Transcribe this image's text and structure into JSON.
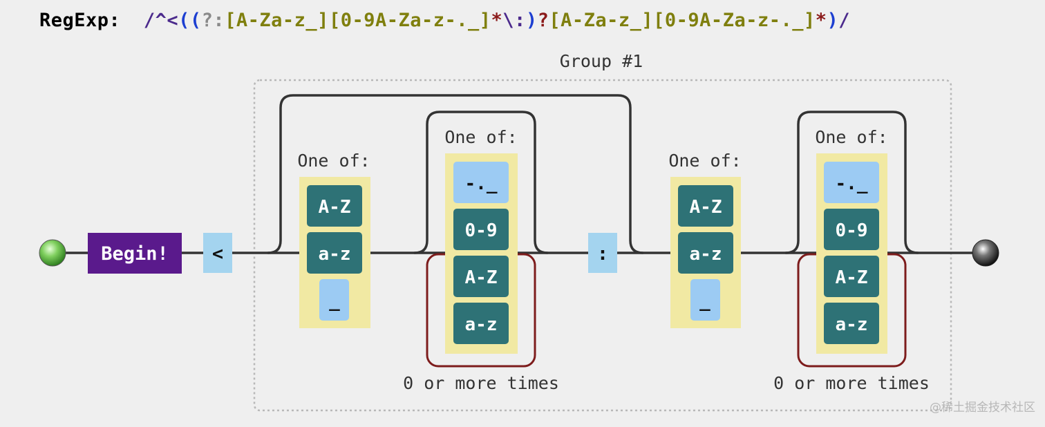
{
  "regex": {
    "label": "RegExp:",
    "tokens": [
      {
        "text": "/^<",
        "color": "#4b2a8c"
      },
      {
        "text": "((",
        "color": "#1d3fd1"
      },
      {
        "text": "?:",
        "color": "#8a8a8a"
      },
      {
        "text": "[A-Za-z_]",
        "color": "#7f7f0e"
      },
      {
        "text": "[0-9A-Za-z-._]",
        "color": "#7f7f0e"
      },
      {
        "text": "*",
        "color": "#8b1a1a"
      },
      {
        "text": "\\:",
        "color": "#4b2a8c"
      },
      {
        "text": ")",
        "color": "#1d3fd1"
      },
      {
        "text": "?",
        "color": "#8b1a1a"
      },
      {
        "text": "[A-Za-z_]",
        "color": "#7f7f0e"
      },
      {
        "text": "[0-9A-Za-z-._]",
        "color": "#7f7f0e"
      },
      {
        "text": "*",
        "color": "#8b1a1a"
      },
      {
        "text": ")",
        "color": "#1d3fd1"
      },
      {
        "text": "/",
        "color": "#4b2a8c"
      }
    ]
  },
  "diagram": {
    "group_label": "Group #1",
    "begin_label": "Begin!",
    "literal_lt": "<",
    "literal_colon": ":",
    "one_of_label": "One of:",
    "repeat_label": "0 or more times",
    "class_first": [
      "A-Z",
      "a-z",
      "_"
    ],
    "class_rest": [
      "-._",
      "0-9",
      "A-Z",
      "a-z"
    ]
  },
  "colors": {
    "background": "#efefef",
    "begin_fill": "#5a1a8c",
    "literal_fill": "#a4d4ef",
    "charset_fill": "#f1e9a3",
    "range_fill": "#2e7276",
    "escape_fill": "#9ccbf3",
    "repeat_border": "#7d1c1c",
    "line": "#333333",
    "group_border": "#b5b5b5"
  },
  "watermark": "@稀土掘金技术社区"
}
